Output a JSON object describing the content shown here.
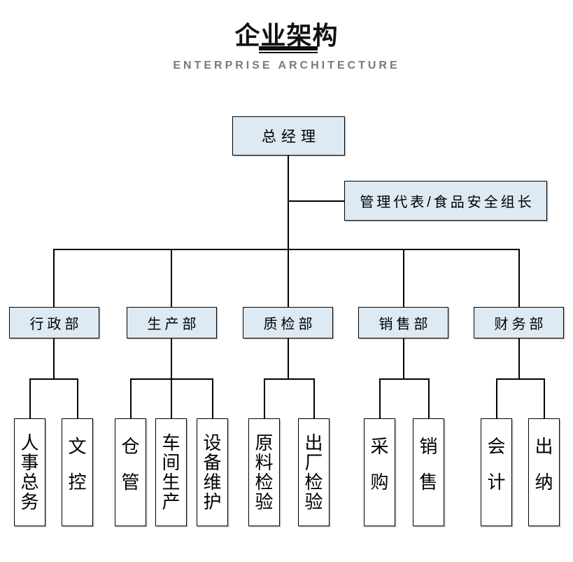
{
  "header": {
    "title": "企业架构",
    "subtitle": "ENTERPRISE ARCHITECTURE"
  },
  "org": {
    "root": {
      "label": "总经理"
    },
    "staff": {
      "label": "管理代表/食品安全组长"
    },
    "departments": [
      {
        "label": "行政部",
        "children": [
          "人事总务",
          "文控"
        ]
      },
      {
        "label": "生产部",
        "children": [
          "仓管",
          "车间生产",
          "设备维护"
        ]
      },
      {
        "label": "质检部",
        "children": [
          "原料检验",
          "出厂检验"
        ]
      },
      {
        "label": "销售部",
        "children": [
          "采购",
          "销售"
        ]
      },
      {
        "label": "财务部",
        "children": [
          "会计",
          "出纳"
        ]
      }
    ]
  },
  "colors": {
    "node_fill": "#dde9f3",
    "node_border": "#000000",
    "leaf_fill": "#ffffff",
    "title_color": "#111111",
    "subtitle_color": "#7a7a7a",
    "line_color": "#000000"
  }
}
